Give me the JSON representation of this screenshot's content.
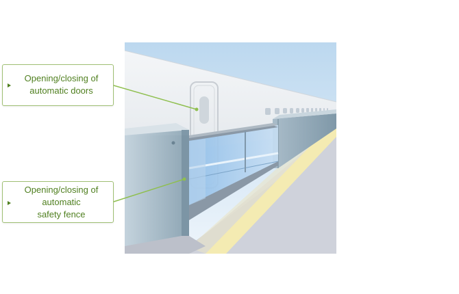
{
  "callouts": {
    "doors": {
      "lines": [
        "Opening/closing of",
        "automatic doors"
      ]
    },
    "fence": {
      "lines": [
        "Opening/closing of",
        "automatic",
        "safety fence"
      ]
    }
  },
  "colors": {
    "callout_border": "#9fbf73",
    "callout_text": "#4f7f1f",
    "leader_line": "#8fbf4f",
    "sky": "#d7e8f5",
    "platform": "#d2d4dc",
    "yellow_line": "#f4eab0",
    "fence_glass": "#a9cbee",
    "fence_panel": "#b9c8d2"
  }
}
